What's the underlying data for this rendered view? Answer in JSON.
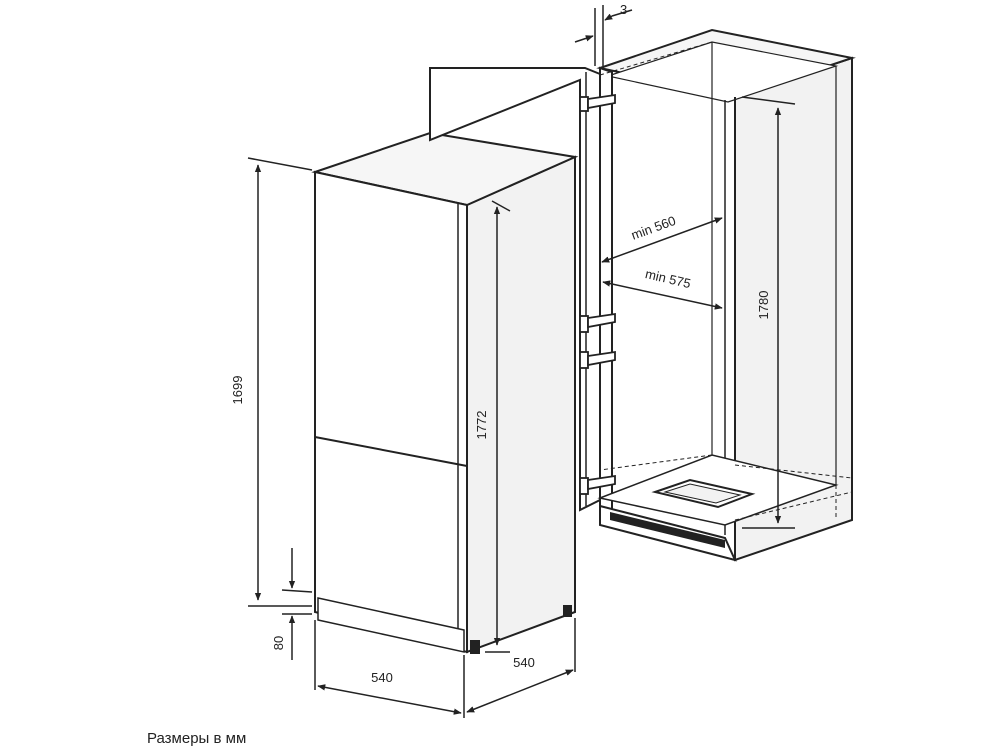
{
  "colors": {
    "line": "#222222",
    "panel": "#f2f2f2",
    "white": "#ffffff"
  },
  "dimensions": {
    "door_gap": "3",
    "min_width": "min 560",
    "min_depth": "min 575",
    "niche_height": "1780",
    "total_height": "1699",
    "appliance_height": "1772",
    "plinth_height": "80",
    "width": "540",
    "depth": "540"
  },
  "caption": "Размеры в мм"
}
